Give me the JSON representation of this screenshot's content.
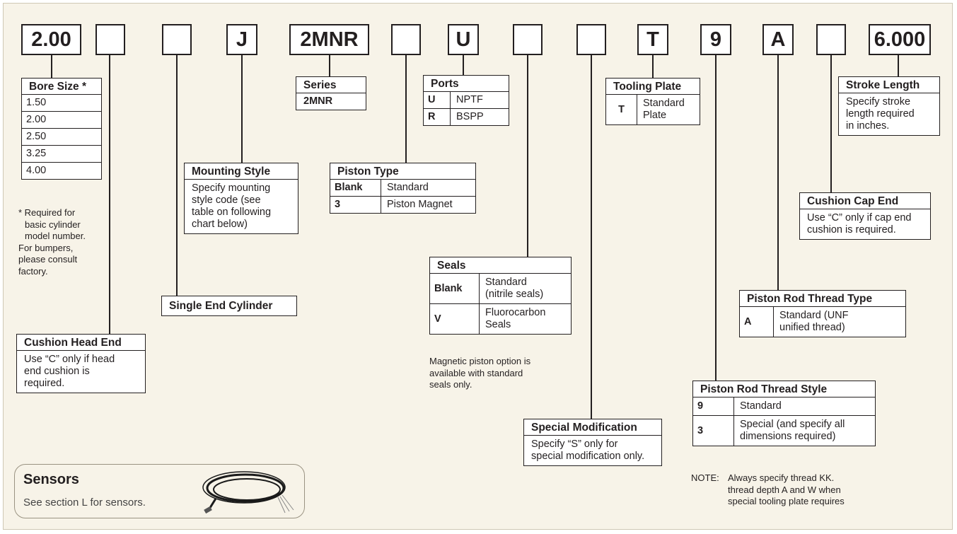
{
  "codes": [
    "2.00",
    "",
    "",
    "J",
    "2MNR",
    "",
    "U",
    "",
    "",
    "T",
    "9",
    "A",
    "",
    "6.000"
  ],
  "bore": {
    "title": "Bore Size *",
    "sizes": [
      "1.50",
      "2.00",
      "2.50",
      "3.25",
      "4.00"
    ],
    "note1": "* Required for",
    "note2": "basic cylinder",
    "note3": "model number.",
    "note4": "For bumpers,",
    "note5": "please consult",
    "note6": "factory."
  },
  "cushion_head": {
    "title": "Cushion Head End",
    "l1": "Use “C” only if head",
    "l2": "end cushion is",
    "l3": "required."
  },
  "single_end": {
    "title": "Single End Cylinder"
  },
  "mounting": {
    "title": "Mounting Style",
    "l1": "Specify mounting",
    "l2": "style code (see",
    "l3": "table on following",
    "l4": "chart below)"
  },
  "series": {
    "title": "Series",
    "value": "2MNR"
  },
  "piston_type": {
    "title": "Piston Type",
    "rows": [
      {
        "k": "Blank",
        "v": "Standard"
      },
      {
        "k": "3",
        "v": "Piston Magnet"
      }
    ]
  },
  "ports": {
    "title": "Ports",
    "rows": [
      {
        "k": "U",
        "v": "NPTF"
      },
      {
        "k": "R",
        "v": "BSPP"
      }
    ]
  },
  "seals": {
    "title": "Seals",
    "rows": [
      {
        "k": "Blank",
        "v1": "Standard",
        "v2": "(nitrile seals)"
      },
      {
        "k": "V",
        "v1": "Fluorocarbon",
        "v2": "Seals"
      }
    ],
    "note1": "Magnetic piston option is",
    "note2": "available with standard",
    "note3": "seals only."
  },
  "special_mod": {
    "title": "Special Modification",
    "l1": "Specify “S” only for",
    "l2": "special modification only."
  },
  "tooling": {
    "title": "Tooling Plate",
    "k": "T",
    "v1": "Standard",
    "v2": "Plate"
  },
  "rod_style": {
    "title": "Piston Rod Thread Style",
    "rows": [
      {
        "k": "9",
        "v1": "Standard",
        "v2": ""
      },
      {
        "k": "3",
        "v1": "Special (and specify all",
        "v2": "dimensions required)"
      }
    ],
    "note_label": "NOTE:",
    "note1": "Always specify thread KK.",
    "note2": "thread depth A and W when",
    "note3": "special tooling plate requires"
  },
  "rod_type": {
    "title": "Piston Rod Thread Type",
    "k": "A",
    "v1": "Standard (UNF",
    "v2": "unified thread)"
  },
  "cushion_cap": {
    "title": "Cushion Cap End",
    "l1": "Use “C” only if cap end",
    "l2": "cushion is required."
  },
  "stroke": {
    "title": "Stroke Length",
    "l1": "Specify stroke",
    "l2": "length required",
    "l3": "in inches."
  },
  "sensors": {
    "title": "Sensors",
    "text": "See section L for sensors.",
    "icon": "sensor-cable-icon"
  }
}
